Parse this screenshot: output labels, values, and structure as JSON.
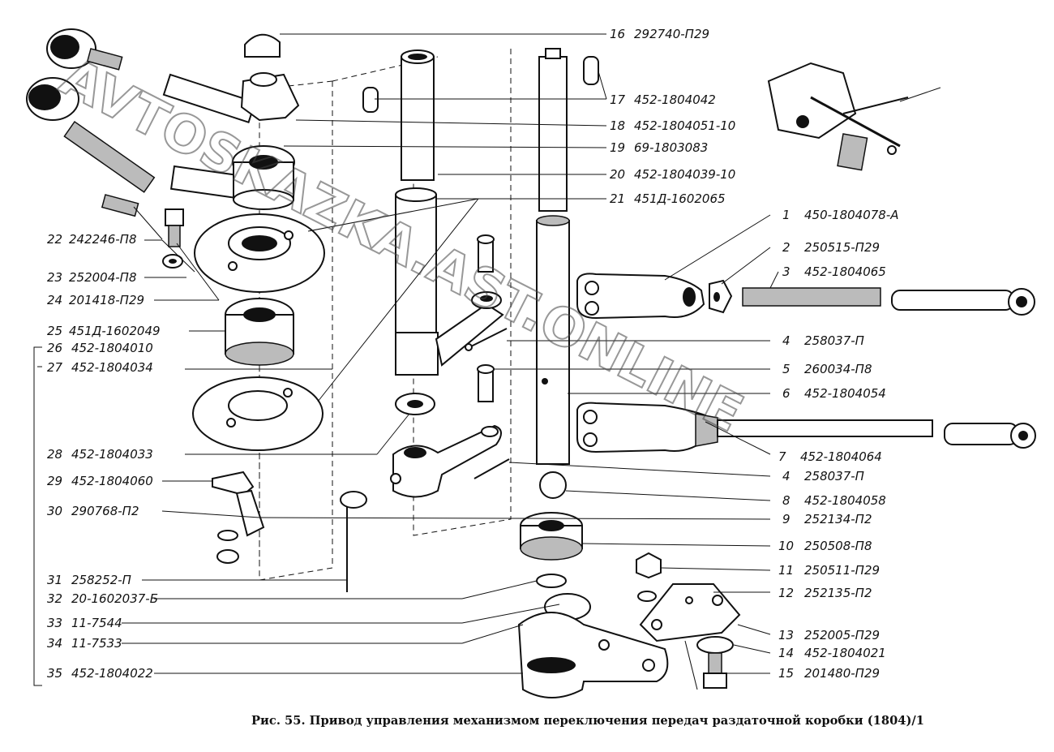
{
  "labels": [
    {
      "num": "16",
      "code": "292740-П29"
    },
    {
      "num": "17",
      "code": "452-1804042"
    },
    {
      "num": "18",
      "code": "452-1804051-10"
    },
    {
      "num": "19",
      "code": "69-1803083"
    },
    {
      "num": "20",
      "code": "452-1804039-10"
    },
    {
      "num": "21",
      "code": "451Д-1602065"
    },
    {
      "num": "1",
      "code": "450-1804078-А"
    },
    {
      "num": "2",
      "code": "250515-П29"
    },
    {
      "num": "3",
      "code": "452-1804065"
    },
    {
      "num": "4",
      "code": "258037-П"
    },
    {
      "num": "5",
      "code": "260034-П8"
    },
    {
      "num": "6",
      "code": "452-1804054"
    },
    {
      "num": "7",
      "code": "452-1804064"
    },
    {
      "num": "4",
      "code": "258037-П"
    },
    {
      "num": "8",
      "code": "452-1804058"
    },
    {
      "num": "9",
      "code": "252134-П2"
    },
    {
      "num": "10",
      "code": "250508-П8"
    },
    {
      "num": "11",
      "code": "250511-П29"
    },
    {
      "num": "12",
      "code": "252135-П2"
    },
    {
      "num": "13",
      "code": "252005-П29"
    },
    {
      "num": "14",
      "code": "452-1804021"
    },
    {
      "num": "15",
      "code": "201480-П29"
    },
    {
      "num": "22",
      "code": "242246-П8"
    },
    {
      "num": "23",
      "code": "252004-П8"
    },
    {
      "num": "24",
      "code": "201418-П29"
    },
    {
      "num": "25",
      "code": "451Д-1602049"
    },
    {
      "num": "26",
      "code": "452-1804010"
    },
    {
      "num": "27",
      "code": "452-1804034"
    },
    {
      "num": "28",
      "code": "452-1804033"
    },
    {
      "num": "29",
      "code": "452-1804060"
    },
    {
      "num": "30",
      "code": "290768-П2"
    },
    {
      "num": "31",
      "code": "258252-П"
    },
    {
      "num": "32",
      "code": "20-1602037-Б"
    },
    {
      "num": "33",
      "code": "11-7544"
    },
    {
      "num": "34",
      "code": "11-7533"
    },
    {
      "num": "35",
      "code": "452-1804022"
    }
  ],
  "caption": "Рис. 55. Привод управления механизмом переключения передач раздаточной коробки (1804)/1",
  "watermark": "AVTOSKAZKA.AST.ONLINE"
}
